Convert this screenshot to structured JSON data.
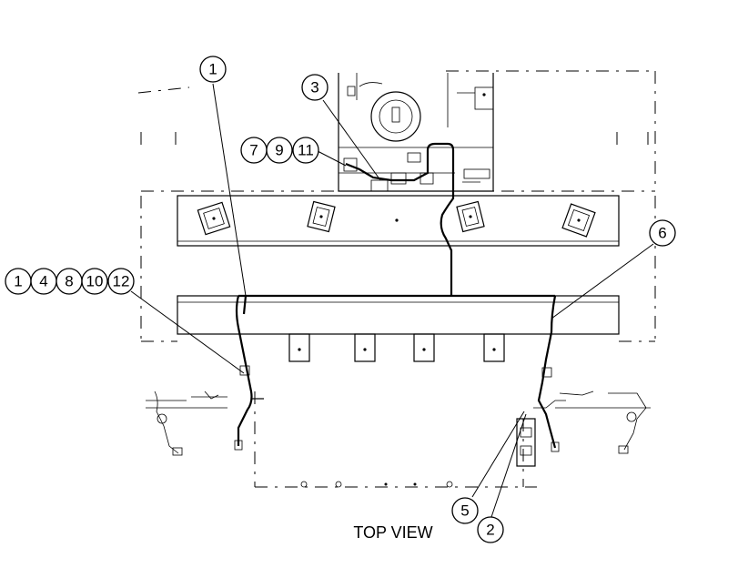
{
  "view_label": "TOP VIEW",
  "callouts": {
    "c_top_1": "1",
    "c_3": "3",
    "c_7": "7",
    "c_9": "9",
    "c_11": "11",
    "c_6": "6",
    "c_left_1": "1",
    "c_4": "4",
    "c_8": "8",
    "c_10": "10",
    "c_12": "12",
    "c_5": "5",
    "c_2": "2"
  }
}
